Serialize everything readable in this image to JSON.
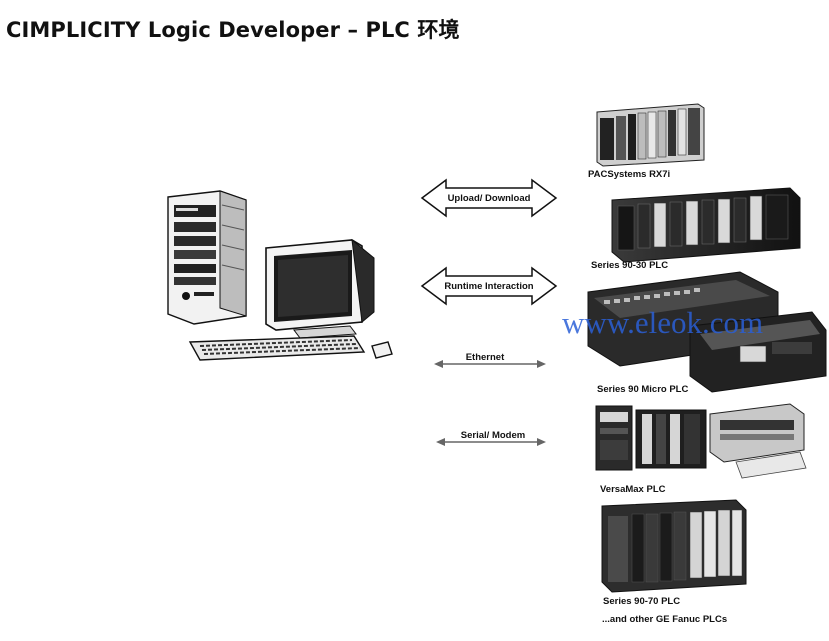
{
  "title": "CIMPLICITY Logic Developer – PLC 环境",
  "connections": [
    {
      "label": "Upload/ Download",
      "style": "double-outline"
    },
    {
      "label": "Runtime Interaction",
      "style": "double-outline"
    },
    {
      "label": "Ethernet",
      "style": "thin"
    },
    {
      "label": "Serial/ Modem",
      "style": "thin"
    }
  ],
  "plcs": [
    {
      "name": "PACSystems RX7i",
      "icon": "rack-plc-icon"
    },
    {
      "name": "Series 90-30 PLC",
      "icon": "rack-plc-icon"
    },
    {
      "name": "Series 90 Micro PLC",
      "icon": "micro-plc-icon"
    },
    {
      "name": "VersaMax PLC",
      "icon": "modular-plc-icon"
    },
    {
      "name": "Series 90-70 PLC",
      "icon": "rack-plc-icon"
    }
  ],
  "footer_note": "...and other GE Fanuc PLCs",
  "watermark": "www.eleok.com",
  "colors": {
    "watermark": "#2a5fd6",
    "equipment_dark": "#1c1c1c",
    "equipment_light": "#d8d8d8"
  }
}
